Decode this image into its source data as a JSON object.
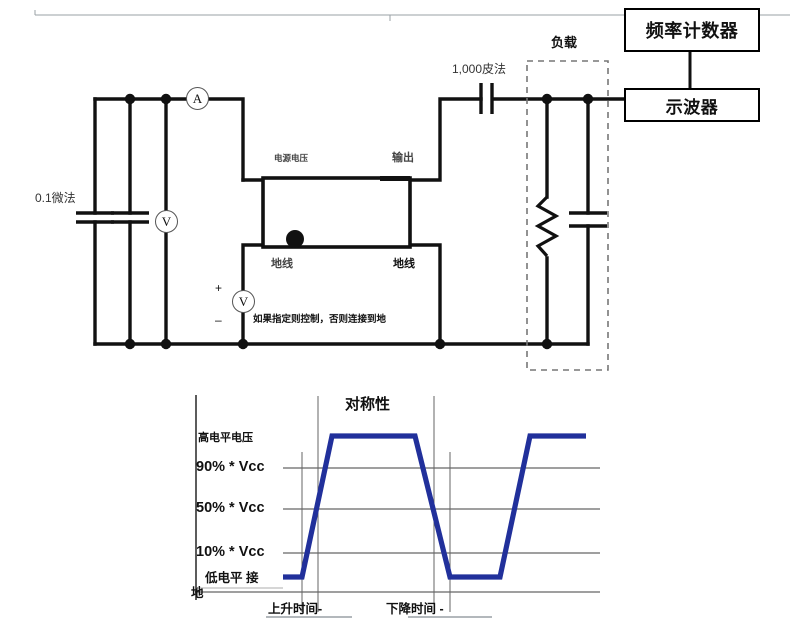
{
  "figure": {
    "title_top": "",
    "colors": {
      "wire": "#111111",
      "waveform": "#21309b",
      "gridline": "#666666",
      "dashed_box": "#777777",
      "faint_rule": "#9aa0a6"
    }
  },
  "circuit": {
    "supply_caps_label": "0.1微法",
    "coupling_cap_label": "1,000皮法",
    "supply_voltage_label": "电源电压",
    "output_label": "输出",
    "ground_label_left": "地线",
    "ground_label_right": "地线",
    "control_note": "如果指定则控制，否则连接到地",
    "plus_sign": "+",
    "minus_sign": "–",
    "load_label": "负载",
    "meters": [
      {
        "name": "ammeter",
        "symbol": "A"
      },
      {
        "name": "voltmeter-supply",
        "symbol": "V"
      },
      {
        "name": "voltmeter-control",
        "symbol": "V"
      }
    ],
    "instruments": [
      {
        "name": "frequency-counter",
        "label": "频率计数器"
      },
      {
        "name": "oscilloscope",
        "label": "示波器"
      }
    ]
  },
  "chart_data": {
    "type": "line",
    "title": "对称性",
    "xlabel": "",
    "ylabel": "",
    "grid": true,
    "legend": "none",
    "ylim": [
      0,
      100
    ],
    "y_tick_labels": [
      "90% * Vcc",
      "50% * Vcc",
      "10% * Vcc"
    ],
    "y_tick_values": [
      90,
      50,
      10
    ],
    "level_labels": {
      "high": "高电平电压",
      "low_line1": "低电平 接",
      "low_line2": "地"
    },
    "annotations": [
      {
        "name": "rise-time",
        "label": "上升时间-"
      },
      {
        "name": "fall-time",
        "label": "下降时间 -"
      },
      {
        "name": "symmetry",
        "label": "对称性"
      }
    ],
    "series": [
      {
        "name": "output-waveform",
        "color": "#21309b",
        "x": [
          0,
          16,
          28,
          48,
          122,
          142,
          157,
          228,
          248,
          268,
          300
        ],
        "y": [
          0,
          0,
          100,
          100,
          100,
          100,
          0,
          0,
          0,
          100,
          100
        ],
        "description": "Trapezoidal digital pulse train: low, rise, high plateau, fall, low, rise, high"
      }
    ]
  }
}
